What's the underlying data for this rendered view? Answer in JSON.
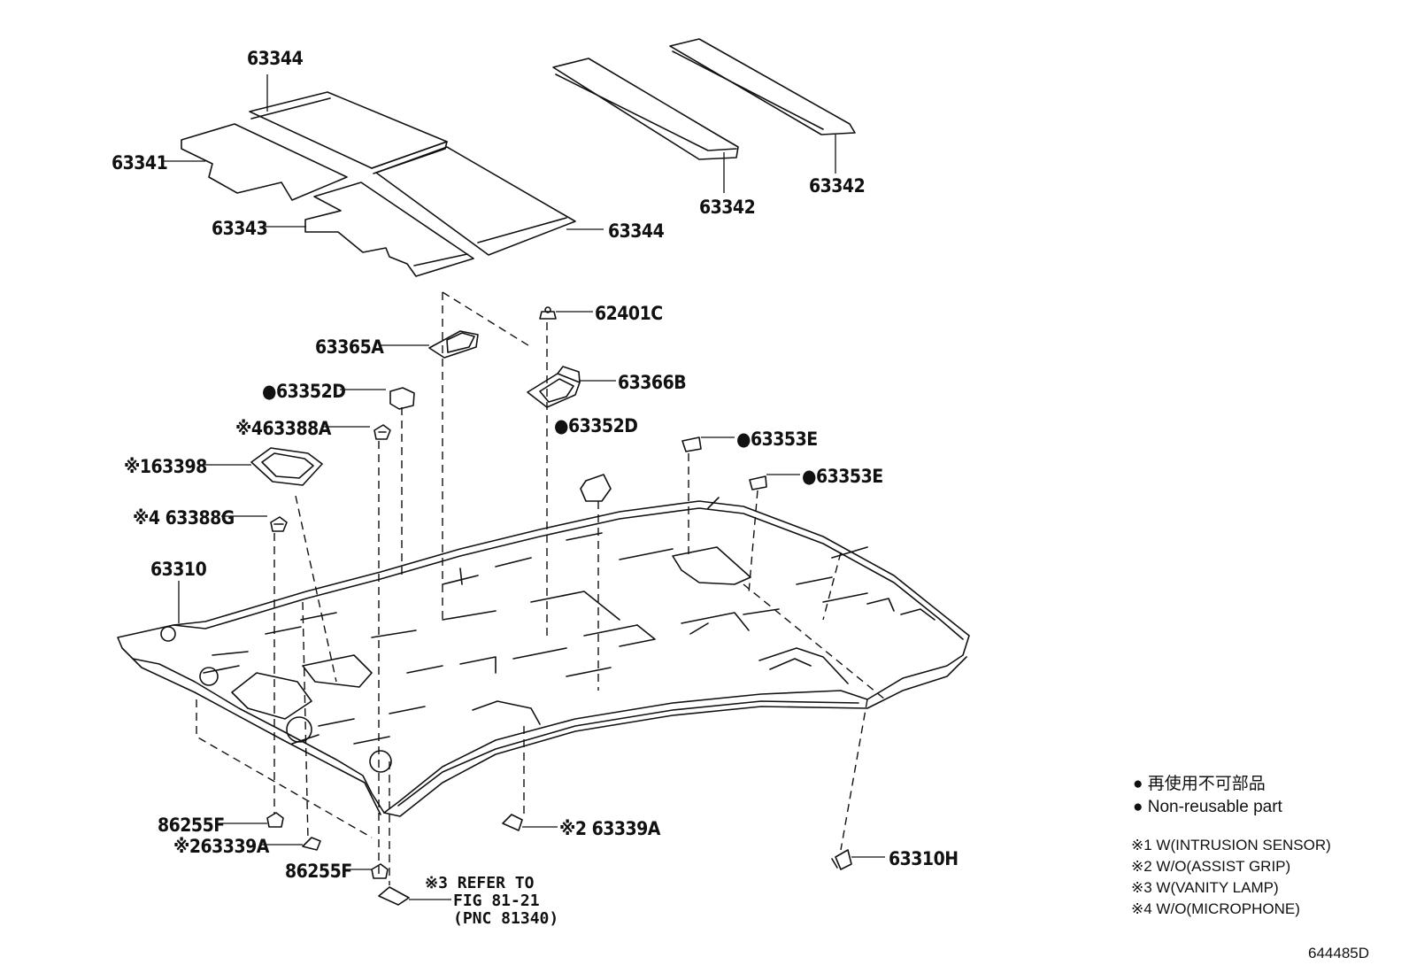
{
  "labels": {
    "p63344_top": "63344",
    "p63341": "63341",
    "p63343": "63343",
    "p63344_right": "63344",
    "p63342_a": "63342",
    "p63342_b": "63342",
    "p62401c": "62401C",
    "p63365a": "63365A",
    "p63366b": "63366B",
    "p63352d_left": "●63352D",
    "p63352d_mid": "●63352D",
    "p63353e_a": "●63353E",
    "p63353e_b": "●63353E",
    "p63388a": "※463388A",
    "p63398": "※163398",
    "p63388g": "※4 63388G",
    "p63310": "63310",
    "p86255f_a": "86255F",
    "p63339a_left": "※263339A",
    "p86255f_b": "86255F",
    "p63339a_right": "※2 63339A",
    "p63310h": "63310H"
  },
  "refer": {
    "line1": "※3 REFER TO",
    "line2": "FIG 81-21",
    "line3": "(PNC 81340)"
  },
  "legend": {
    "jp": "● 再使用不可部品",
    "en": "● Non-reusable part"
  },
  "notes": {
    "n1": "※1 W(INTRUSION SENSOR)",
    "n2": "※2 W/O(ASSIST GRIP)",
    "n3": "※3 W(VANITY LAMP)",
    "n4": "※4 W/O(MICROPHONE)"
  },
  "figure_id": "644485D"
}
